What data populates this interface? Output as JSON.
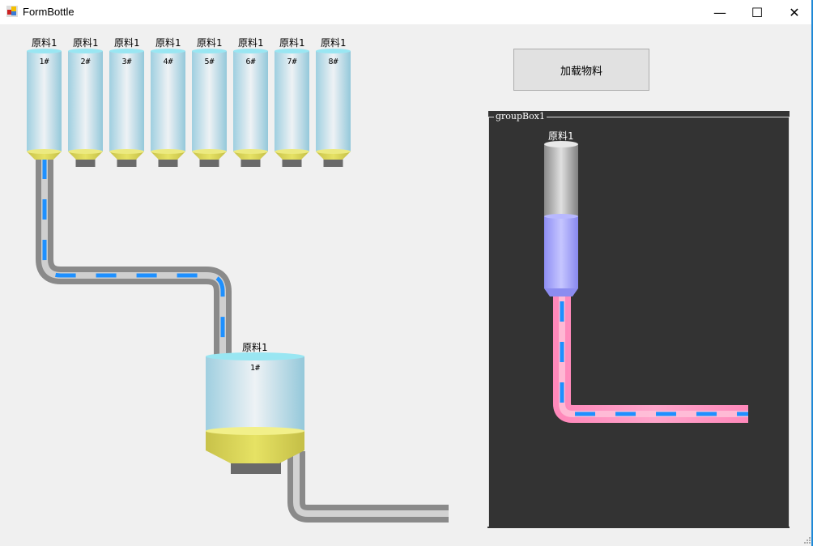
{
  "window": {
    "title": "FormBottle",
    "controls": {
      "minimize": "—",
      "maximize": "☐",
      "close": "✕"
    }
  },
  "silos": [
    {
      "label": "原料1",
      "number": "1#"
    },
    {
      "label": "原料1",
      "number": "2#"
    },
    {
      "label": "原料1",
      "number": "3#"
    },
    {
      "label": "原料1",
      "number": "4#"
    },
    {
      "label": "原料1",
      "number": "5#"
    },
    {
      "label": "原料1",
      "number": "6#"
    },
    {
      "label": "原料1",
      "number": "7#"
    },
    {
      "label": "原料1",
      "number": "8#"
    }
  ],
  "mixer": {
    "label": "原料1",
    "number": "1#"
  },
  "load_button": {
    "label": "加载物料"
  },
  "group_box": {
    "title": "groupBox1",
    "bottle": {
      "label": "原料1",
      "fill_level": 0.5
    }
  },
  "colors": {
    "flow": "#1e90ff",
    "pipe_gray": "#9a9a9a",
    "pipe_pink": "#ff8fbf",
    "silo_top": "#99e6f2",
    "material_yellow": "#e6e060",
    "liquid_blue": "#a8a8ff",
    "group_bg": "#333333"
  }
}
